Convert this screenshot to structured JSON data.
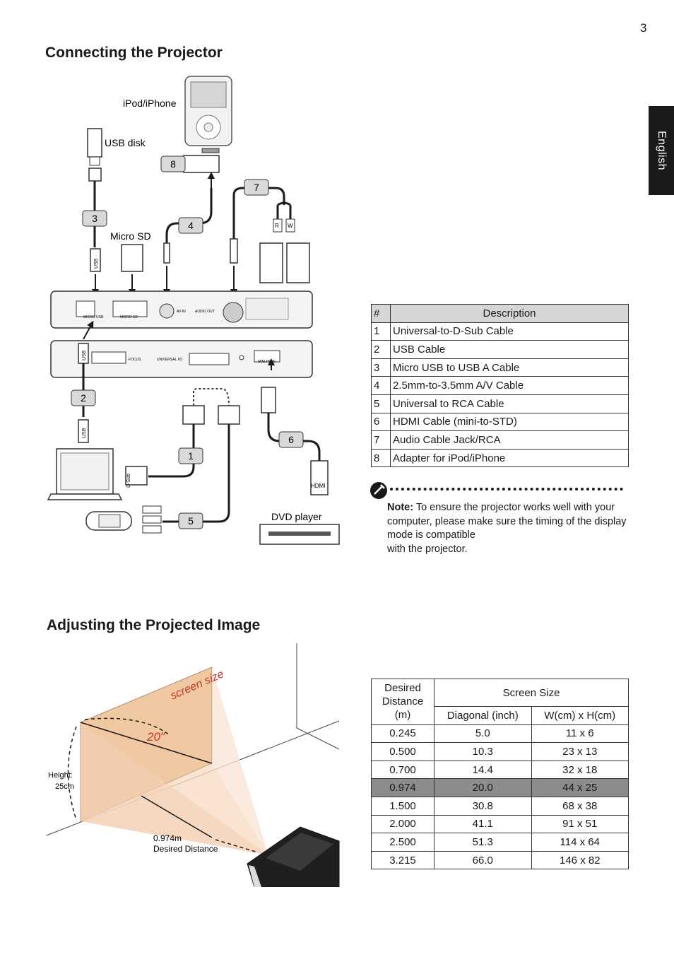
{
  "page": {
    "number": "3",
    "language_tab": "English"
  },
  "sections": {
    "connecting_title": "Connecting the Projector",
    "adjusting_title": "Adjusting the Projected Image"
  },
  "diagram": {
    "labels": {
      "ipod": "iPod/iPhone",
      "usb_disk": "USB disk",
      "micro_sd": "Micro SD",
      "dvd_player": "DVD player",
      "usb": "USB",
      "dsub": "D-Sub",
      "hdmi": "HDMI",
      "r": "R",
      "w": "W",
      "micro_usb": "MICRO USB",
      "micro_sd_port": "MICRO SD",
      "av_in": "AV-IN",
      "audio_out": "AUDIO OUT",
      "focus": "FOCUS",
      "universal_io": "UNIVERSAL I/O",
      "mini_hdmi": "MINI HDMI"
    },
    "callouts": [
      "1",
      "2",
      "3",
      "4",
      "5",
      "6",
      "7",
      "8"
    ]
  },
  "cable_table": {
    "headers": [
      "#",
      "Description"
    ],
    "rows": [
      [
        "1",
        "Universal-to-D-Sub Cable"
      ],
      [
        "2",
        "USB Cable"
      ],
      [
        "3",
        "Micro USB to USB A Cable"
      ],
      [
        "4",
        "2.5mm-to-3.5mm A/V Cable"
      ],
      [
        "5",
        "Universal to RCA Cable"
      ],
      [
        "6",
        "HDMI Cable (mini-to-STD)"
      ],
      [
        "7",
        "Audio Cable Jack/RCA"
      ],
      [
        "8",
        "Adapter for iPod/iPhone"
      ]
    ]
  },
  "note": {
    "label": "Note:",
    "text": " To ensure the projector works well with your computer, please make sure the timing of the display mode is compatible",
    "text_line2": "with the projector."
  },
  "projection": {
    "screen_size_label": "screen size",
    "diagonal_label": "20\"",
    "height_label": "Height:",
    "height_value": "25cm",
    "distance_value": "0.974m",
    "distance_label": "Desired Distance"
  },
  "size_table": {
    "header_distance": "Desired Distance (m)",
    "header_screen": "Screen Size",
    "header_diagonal": "Diagonal (inch)",
    "header_wh": "W(cm) x H(cm)",
    "highlight_color": "#8c8c8c",
    "rows": [
      [
        "0.245",
        "5.0",
        "11 x 6"
      ],
      [
        "0.500",
        "10.3",
        "23 x 13"
      ],
      [
        "0.700",
        "14.4",
        "32 x 18"
      ],
      [
        "0.974",
        "20.0",
        "44 x 25"
      ],
      [
        "1.500",
        "30.8",
        "68 x 38"
      ],
      [
        "2.000",
        "41.1",
        "91 x 51"
      ],
      [
        "2.500",
        "51.3",
        "114 x 64"
      ],
      [
        "3.215",
        "66.0",
        "146 x 82"
      ]
    ],
    "highlight_row": 3
  }
}
